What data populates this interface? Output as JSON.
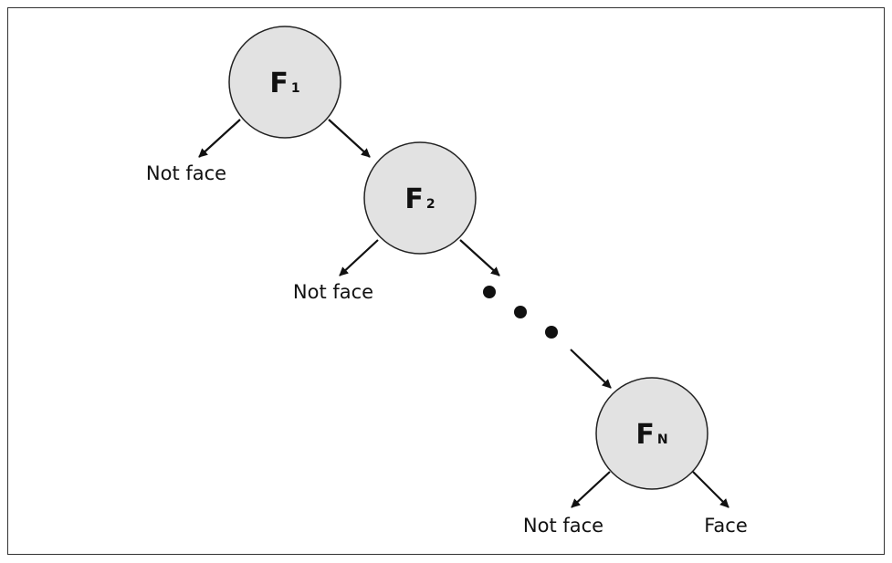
{
  "nodes": [
    {
      "letter": "F",
      "sub": "1"
    },
    {
      "letter": "F",
      "sub": "2"
    },
    {
      "letter": "F",
      "sub": "N"
    }
  ],
  "outcomes": {
    "reject_1": "Not face",
    "reject_2": "Not face",
    "reject_n": "Not face",
    "accept": "Face"
  },
  "colors": {
    "node_fill": "#e2e2e2",
    "stroke": "#111111",
    "frame": "#333333"
  }
}
